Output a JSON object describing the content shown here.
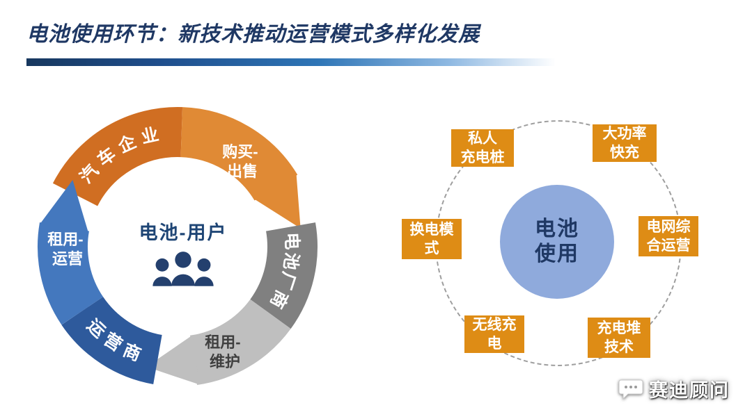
{
  "slide": {
    "title": "电池使用环节：新技术推动运营模式多样化发展"
  },
  "accent_colors": {
    "title": "#1F3864",
    "bar_start": "#17375E",
    "bar_mid": "#2E75B6",
    "hub_center_fill": "#8FAADC",
    "hub_node_fill": "#DE8C15"
  },
  "cycle": {
    "center_label": "电池-用户",
    "arrows": [
      {
        "entity": "汽车企业",
        "tx_line1": "购买-",
        "tx_line2": "出售",
        "body_color": "#D06E22",
        "head_color": "#E08A35"
      },
      {
        "entity": "电池厂商",
        "tx_line1": "租用-",
        "tx_line2": "维护",
        "body_color": "#808080",
        "head_color": "#BFBFBF"
      },
      {
        "entity": "运营商",
        "tx_line1": "租用-",
        "tx_line2": "运营",
        "body_color": "#2E5A9C",
        "head_color": "#4478BE"
      }
    ]
  },
  "hub": {
    "center": {
      "line1": "电池",
      "line2": "使用"
    },
    "nodes": [
      {
        "line1": "私人",
        "line2": "充电桩"
      },
      {
        "line1": "大功率",
        "line2": "快充"
      },
      {
        "line1": "换电模",
        "line2": "式"
      },
      {
        "line1": "电网综",
        "line2": "合运营"
      },
      {
        "line1": "无线充",
        "line2": "电"
      },
      {
        "line1": "充电堆",
        "line2": "技术"
      }
    ]
  },
  "watermark": {
    "label": "赛迪顾问"
  }
}
